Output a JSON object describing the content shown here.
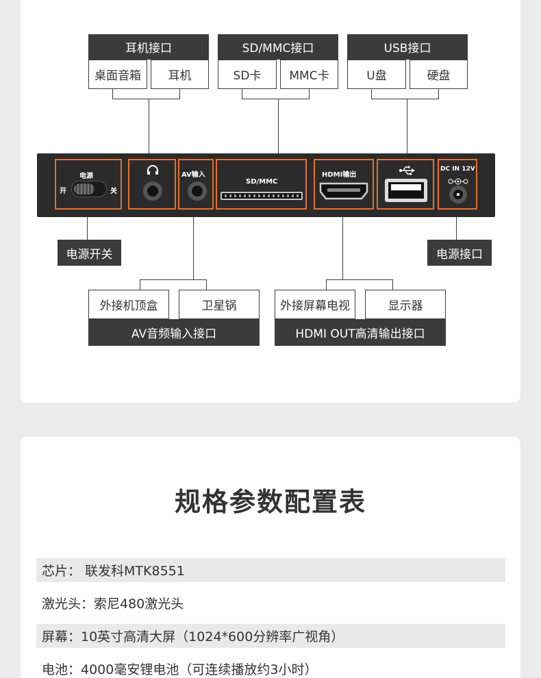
{
  "top_groups": {
    "headphone": {
      "title": "耳机接口",
      "items": [
        "桌面音箱",
        "耳机"
      ]
    },
    "sdmmc": {
      "title": "SD/MMC接口",
      "items": [
        "SD卡",
        "MMC卡"
      ]
    },
    "usb": {
      "title": "USB接口",
      "items": [
        "U盘",
        "硬盘"
      ]
    }
  },
  "panel": {
    "power_label": "电源",
    "power_on": "开",
    "power_off": "关",
    "av_label": "AV输入",
    "sd_label": "SD/MMC",
    "hdmi_label": "HDMI输出",
    "dc_label": "DC IN 12V"
  },
  "side_labels": {
    "power_switch": "电源开关",
    "power_port": "电源接口"
  },
  "bottom_groups": {
    "av": {
      "title": "AV音频输入接口",
      "items": [
        "外接机顶盒",
        "卫星锅"
      ]
    },
    "hdmi": {
      "title": "HDMI OUT高清输出接口",
      "items": [
        "外接屏幕电视",
        "显示器"
      ]
    }
  },
  "spec": {
    "title": "规格参数配置表",
    "rows": [
      "芯片：  联发科MTK8551",
      "激光头：索尼480激光头",
      "屏幕：10英寸高清大屏（1024*600分辨率广视角）",
      "电池：4000毫安锂电池（可连续播放约3小时）"
    ]
  },
  "colors": {
    "accent": "#e8702a",
    "dark": "#3b3b3b",
    "panel": "#2b2b2b"
  },
  "icons": [
    "headphone-icon",
    "usb-icon",
    "dc-polarity-icon"
  ]
}
